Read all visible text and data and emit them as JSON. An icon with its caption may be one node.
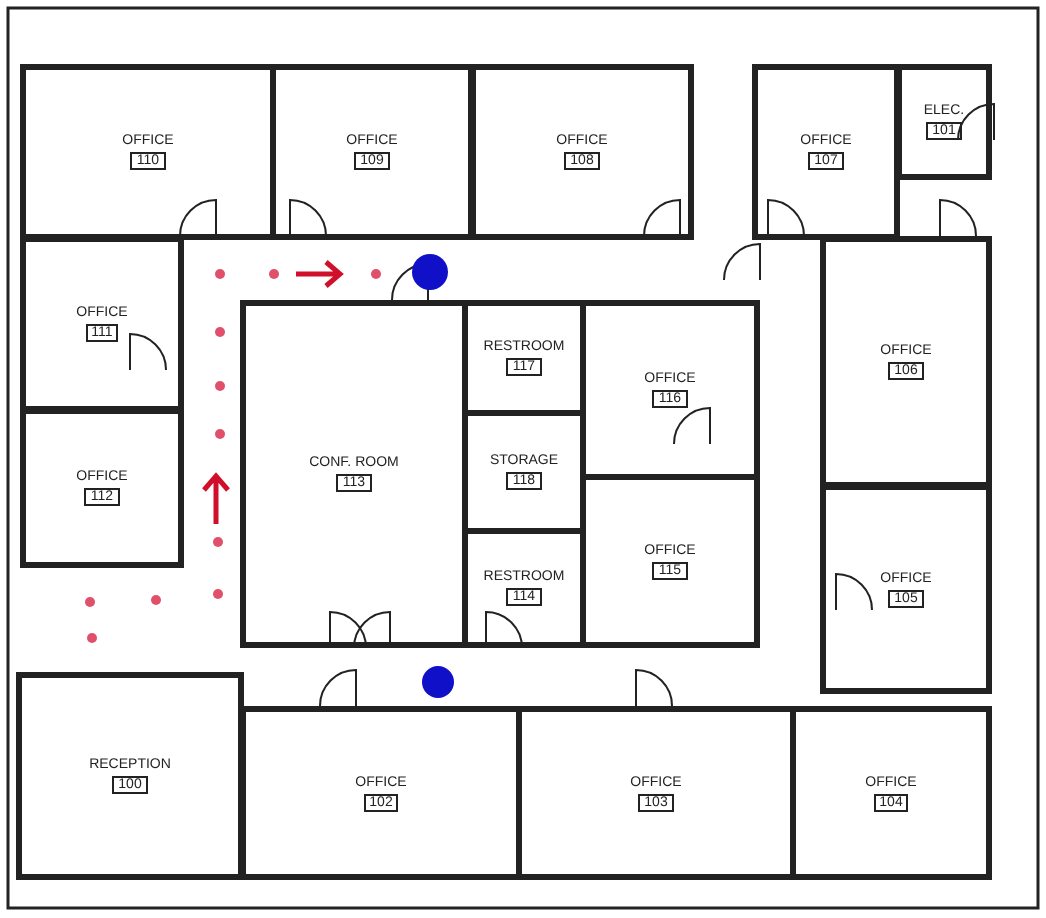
{
  "diagram": {
    "nodes": [
      {
        "text": [
          "OFFICE",
          "110"
        ]
      },
      {
        "text": [
          "OFFICE",
          "109"
        ]
      },
      {
        "text": [
          "OFFICE",
          "108"
        ]
      },
      {
        "text": [
          "OFFICE",
          "107"
        ]
      },
      {
        "text": [
          "ELEC.",
          "101"
        ]
      },
      {
        "text": [
          "OFFICE",
          "111"
        ]
      },
      {
        "text": [
          "RESTROOM",
          "117"
        ]
      },
      {
        "text": [
          "OFFICE",
          "116"
        ]
      },
      {
        "text": [
          "OFFICE",
          "106"
        ]
      },
      {
        "text": [
          "OFFICE",
          "112"
        ]
      },
      {
        "text": [
          "CONF. ROOM",
          "113"
        ]
      },
      {
        "text": [
          "STORAGE",
          "118"
        ]
      },
      {
        "text": [
          "RESTROOM",
          "114"
        ]
      },
      {
        "text": [
          "OFFICE",
          "115"
        ]
      },
      {
        "text": [
          "OFFICE",
          "105"
        ]
      },
      {
        "text": [
          "RECEPTION",
          "100"
        ]
      },
      {
        "text": [
          "OFFICE",
          "102"
        ]
      },
      {
        "text": [
          "OFFICE",
          "103"
        ]
      },
      {
        "text": [
          "OFFICE",
          "104"
        ]
      }
    ]
  }
}
